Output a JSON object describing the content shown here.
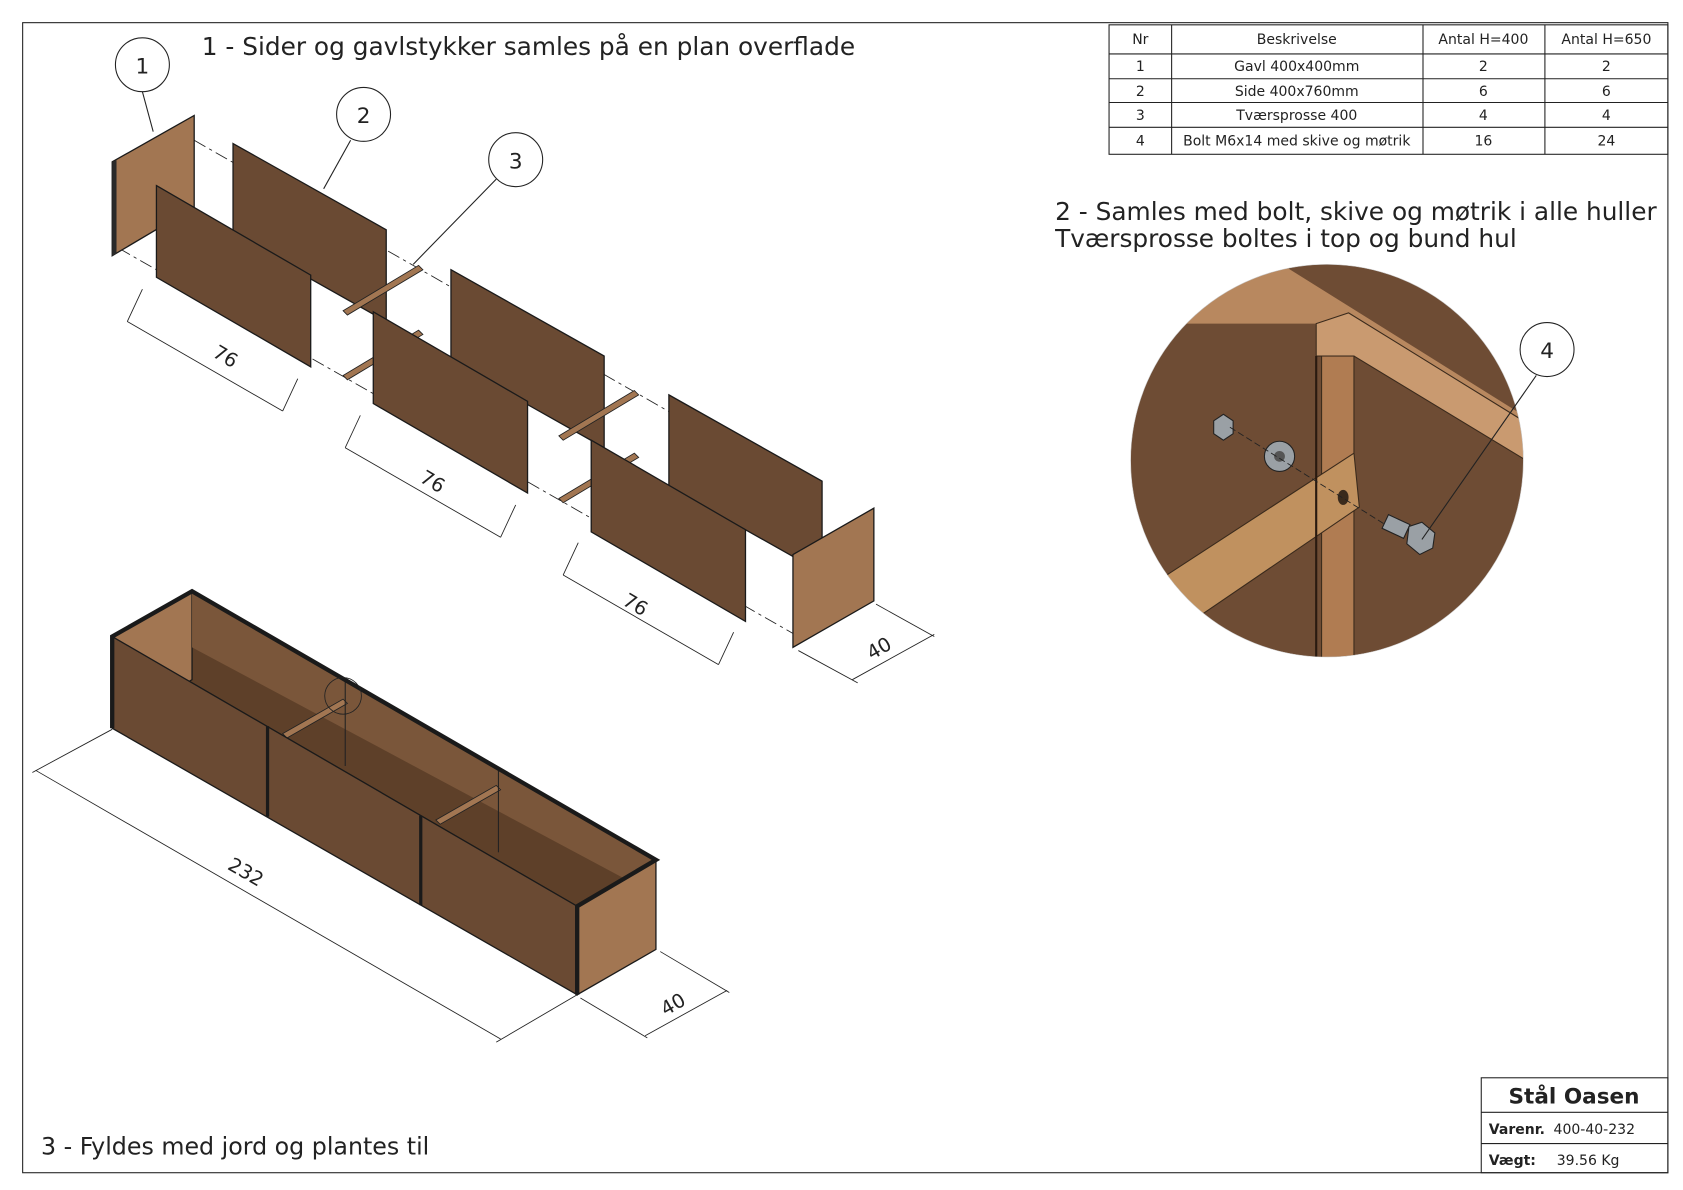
{
  "steps": {
    "step1": "1 - Sider og gavlstykker samles på en plan overflade",
    "step2_line1": "2 - Samles med bolt, skive og møtrik i alle huller",
    "step2_line2": "Tværsprosse boltes i top og bund hul",
    "step3": "3 - Fyldes med jord og plantes til"
  },
  "balloons": [
    "1",
    "2",
    "3",
    "4"
  ],
  "dimensions": {
    "side_1": "76",
    "side_2": "76",
    "side_3": "76",
    "width_exploded": "40",
    "length": "232",
    "width_assembled": "40"
  },
  "bom": {
    "headers": [
      "Nr",
      "Beskrivelse",
      "Antal H=400",
      "Antal H=650"
    ],
    "rows": [
      [
        "1",
        "Gavl 400x400mm",
        "2",
        "2"
      ],
      [
        "2",
        "Side 400x760mm",
        "6",
        "6"
      ],
      [
        "3",
        "Tværsprosse 400",
        "4",
        "4"
      ],
      [
        "4",
        "Bolt M6x14 med skive og møtrik",
        "16",
        "24"
      ]
    ]
  },
  "title_block": {
    "name": "Stål Oasen",
    "item_label": "Varenr.",
    "item_value": "400-40-232",
    "weight_label": "Vægt:",
    "weight_value": "39.56 Kg"
  },
  "colors": {
    "panel_dark": "#6a4a33",
    "panel_light": "#a27652"
  }
}
